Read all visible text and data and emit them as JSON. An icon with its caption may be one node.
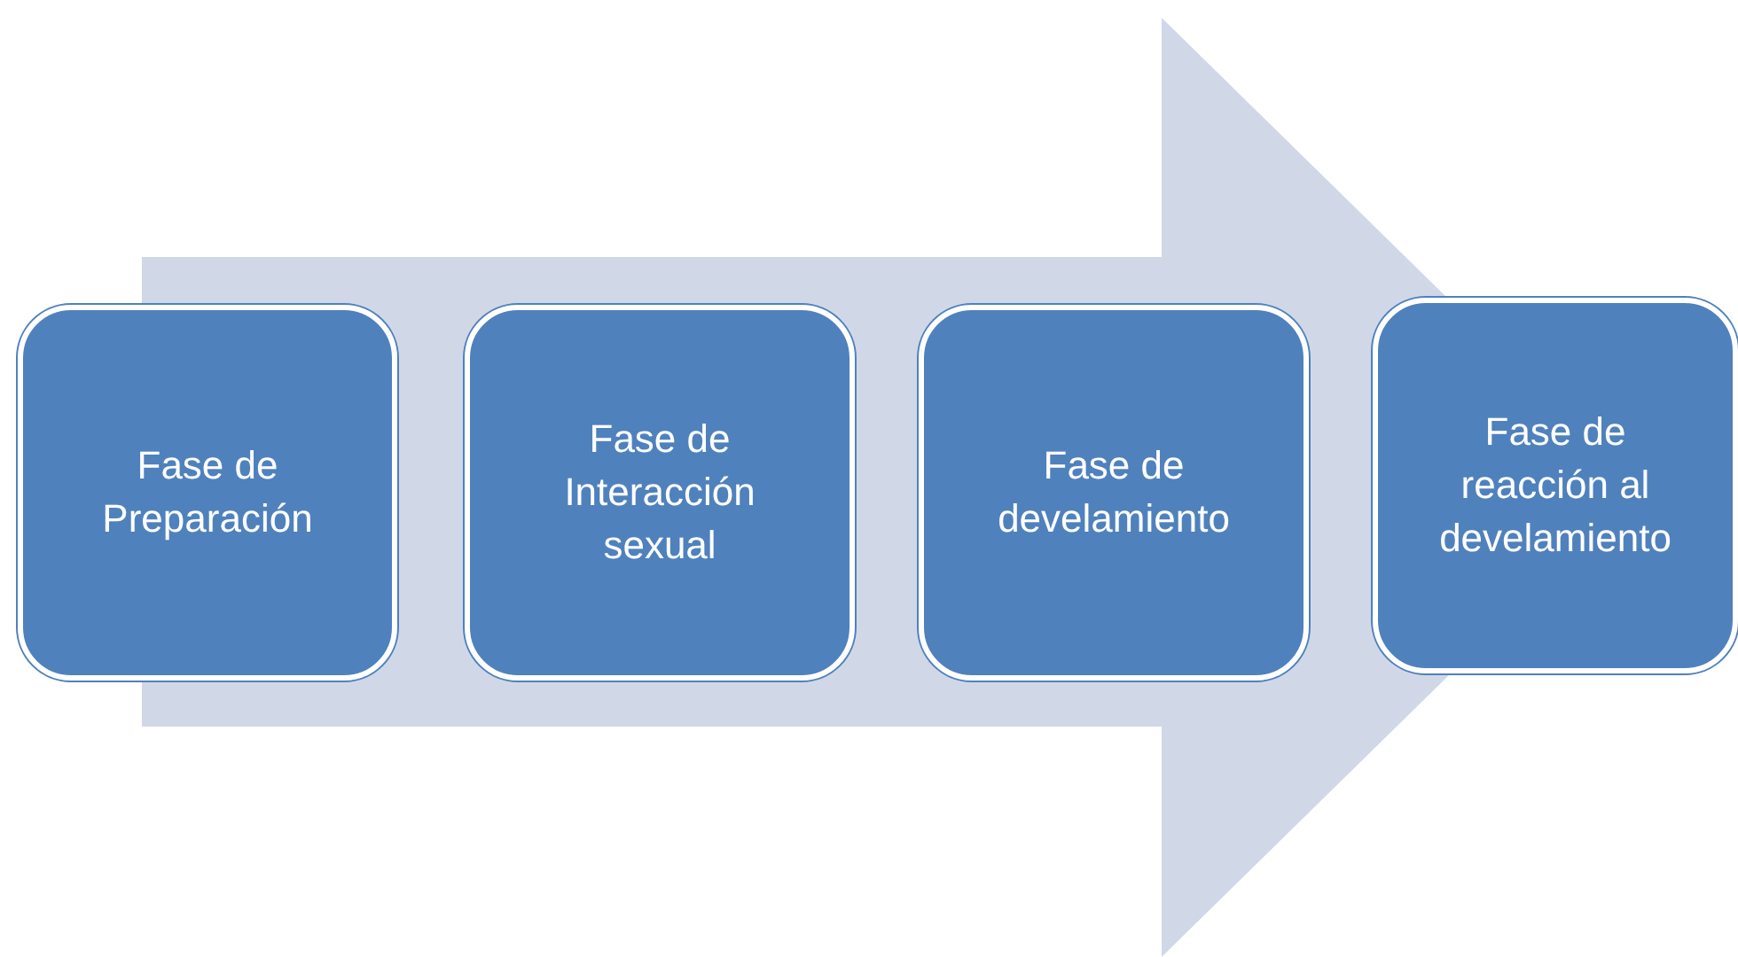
{
  "diagram": {
    "nodes": [
      {
        "text": [
          "Fase de Preparación"
        ]
      },
      {
        "text": [
          "Fase de Interacción sexual"
        ]
      },
      {
        "text": [
          "Fase de develamiento"
        ]
      },
      {
        "text": [
          "Fase de reacción al develamiento"
        ]
      }
    ],
    "edges": [
      {
        "from": 0,
        "to": 3,
        "arrow": "to"
      }
    ]
  }
}
